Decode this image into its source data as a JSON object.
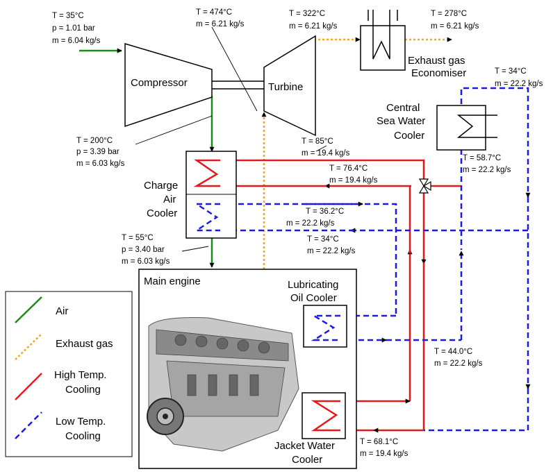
{
  "colors": {
    "air": "#1a8a1a",
    "exhaust": "#f5a623",
    "high_temp": "#e41a1a",
    "low_temp": "#1a1ae4",
    "line": "#000000"
  },
  "components": {
    "compressor": "Compressor",
    "turbine": "Turbine",
    "exhaust_economiser": [
      "Exhaust gas",
      "Economiser"
    ],
    "central_cooler": [
      "Central",
      "Sea Water",
      "Cooler"
    ],
    "charge_air_cooler": [
      "Charge",
      "Air",
      "Cooler"
    ],
    "main_engine": "Main engine",
    "lube_oil_cooler": [
      "Lubricating",
      "Oil Cooler"
    ],
    "jacket_water_cooler": [
      "Jacket Water",
      "Cooler"
    ]
  },
  "annotations": {
    "air_in": [
      "T = 35°C",
      "p = 1.01 bar",
      "m = 6.04 kg/s"
    ],
    "turbine_in": [
      "T = 474°C",
      "m = 6.21 kg/s"
    ],
    "turbine_out": [
      "T = 322°C",
      "m = 6.21 kg/s"
    ],
    "exhaust_out": [
      "T = 278°C",
      "m = 6.21 kg/s"
    ],
    "sea_water_lt": [
      "T = 34°C",
      "m = 22.2 kg/s"
    ],
    "compressor_out": [
      "T = 200°C",
      "p = 3.39 bar",
      "m = 6.03 kg/s"
    ],
    "ht_supply": [
      "T = 85°C",
      "m = 19.4 kg/s"
    ],
    "ht_return": [
      "T = 76.4°C",
      "m = 19.4 kg/s"
    ],
    "lt_after_cooler": [
      "T = 58.7°C",
      "m = 22.2 kg/s"
    ],
    "lt_cac_out": [
      "T = 36.2°C",
      "m = 22.2 kg/s"
    ],
    "lt_cac_in": [
      "T = 34°C",
      "m = 22.2 kg/s"
    ],
    "charge_air_out": [
      "T = 55°C",
      "p = 3.40 bar",
      "m = 6.03 kg/s"
    ],
    "lt_loc_out": [
      "T = 44.0°C",
      "m = 22.2 kg/s"
    ],
    "jw_out": [
      "T = 68.1°C",
      "m = 19.4 kg/s"
    ]
  },
  "legend": {
    "air": "Air",
    "exhaust": "Exhaust gas",
    "high_temp": [
      "High Temp.",
      "Cooling"
    ],
    "low_temp": [
      "Low Temp.",
      "Cooling"
    ]
  }
}
